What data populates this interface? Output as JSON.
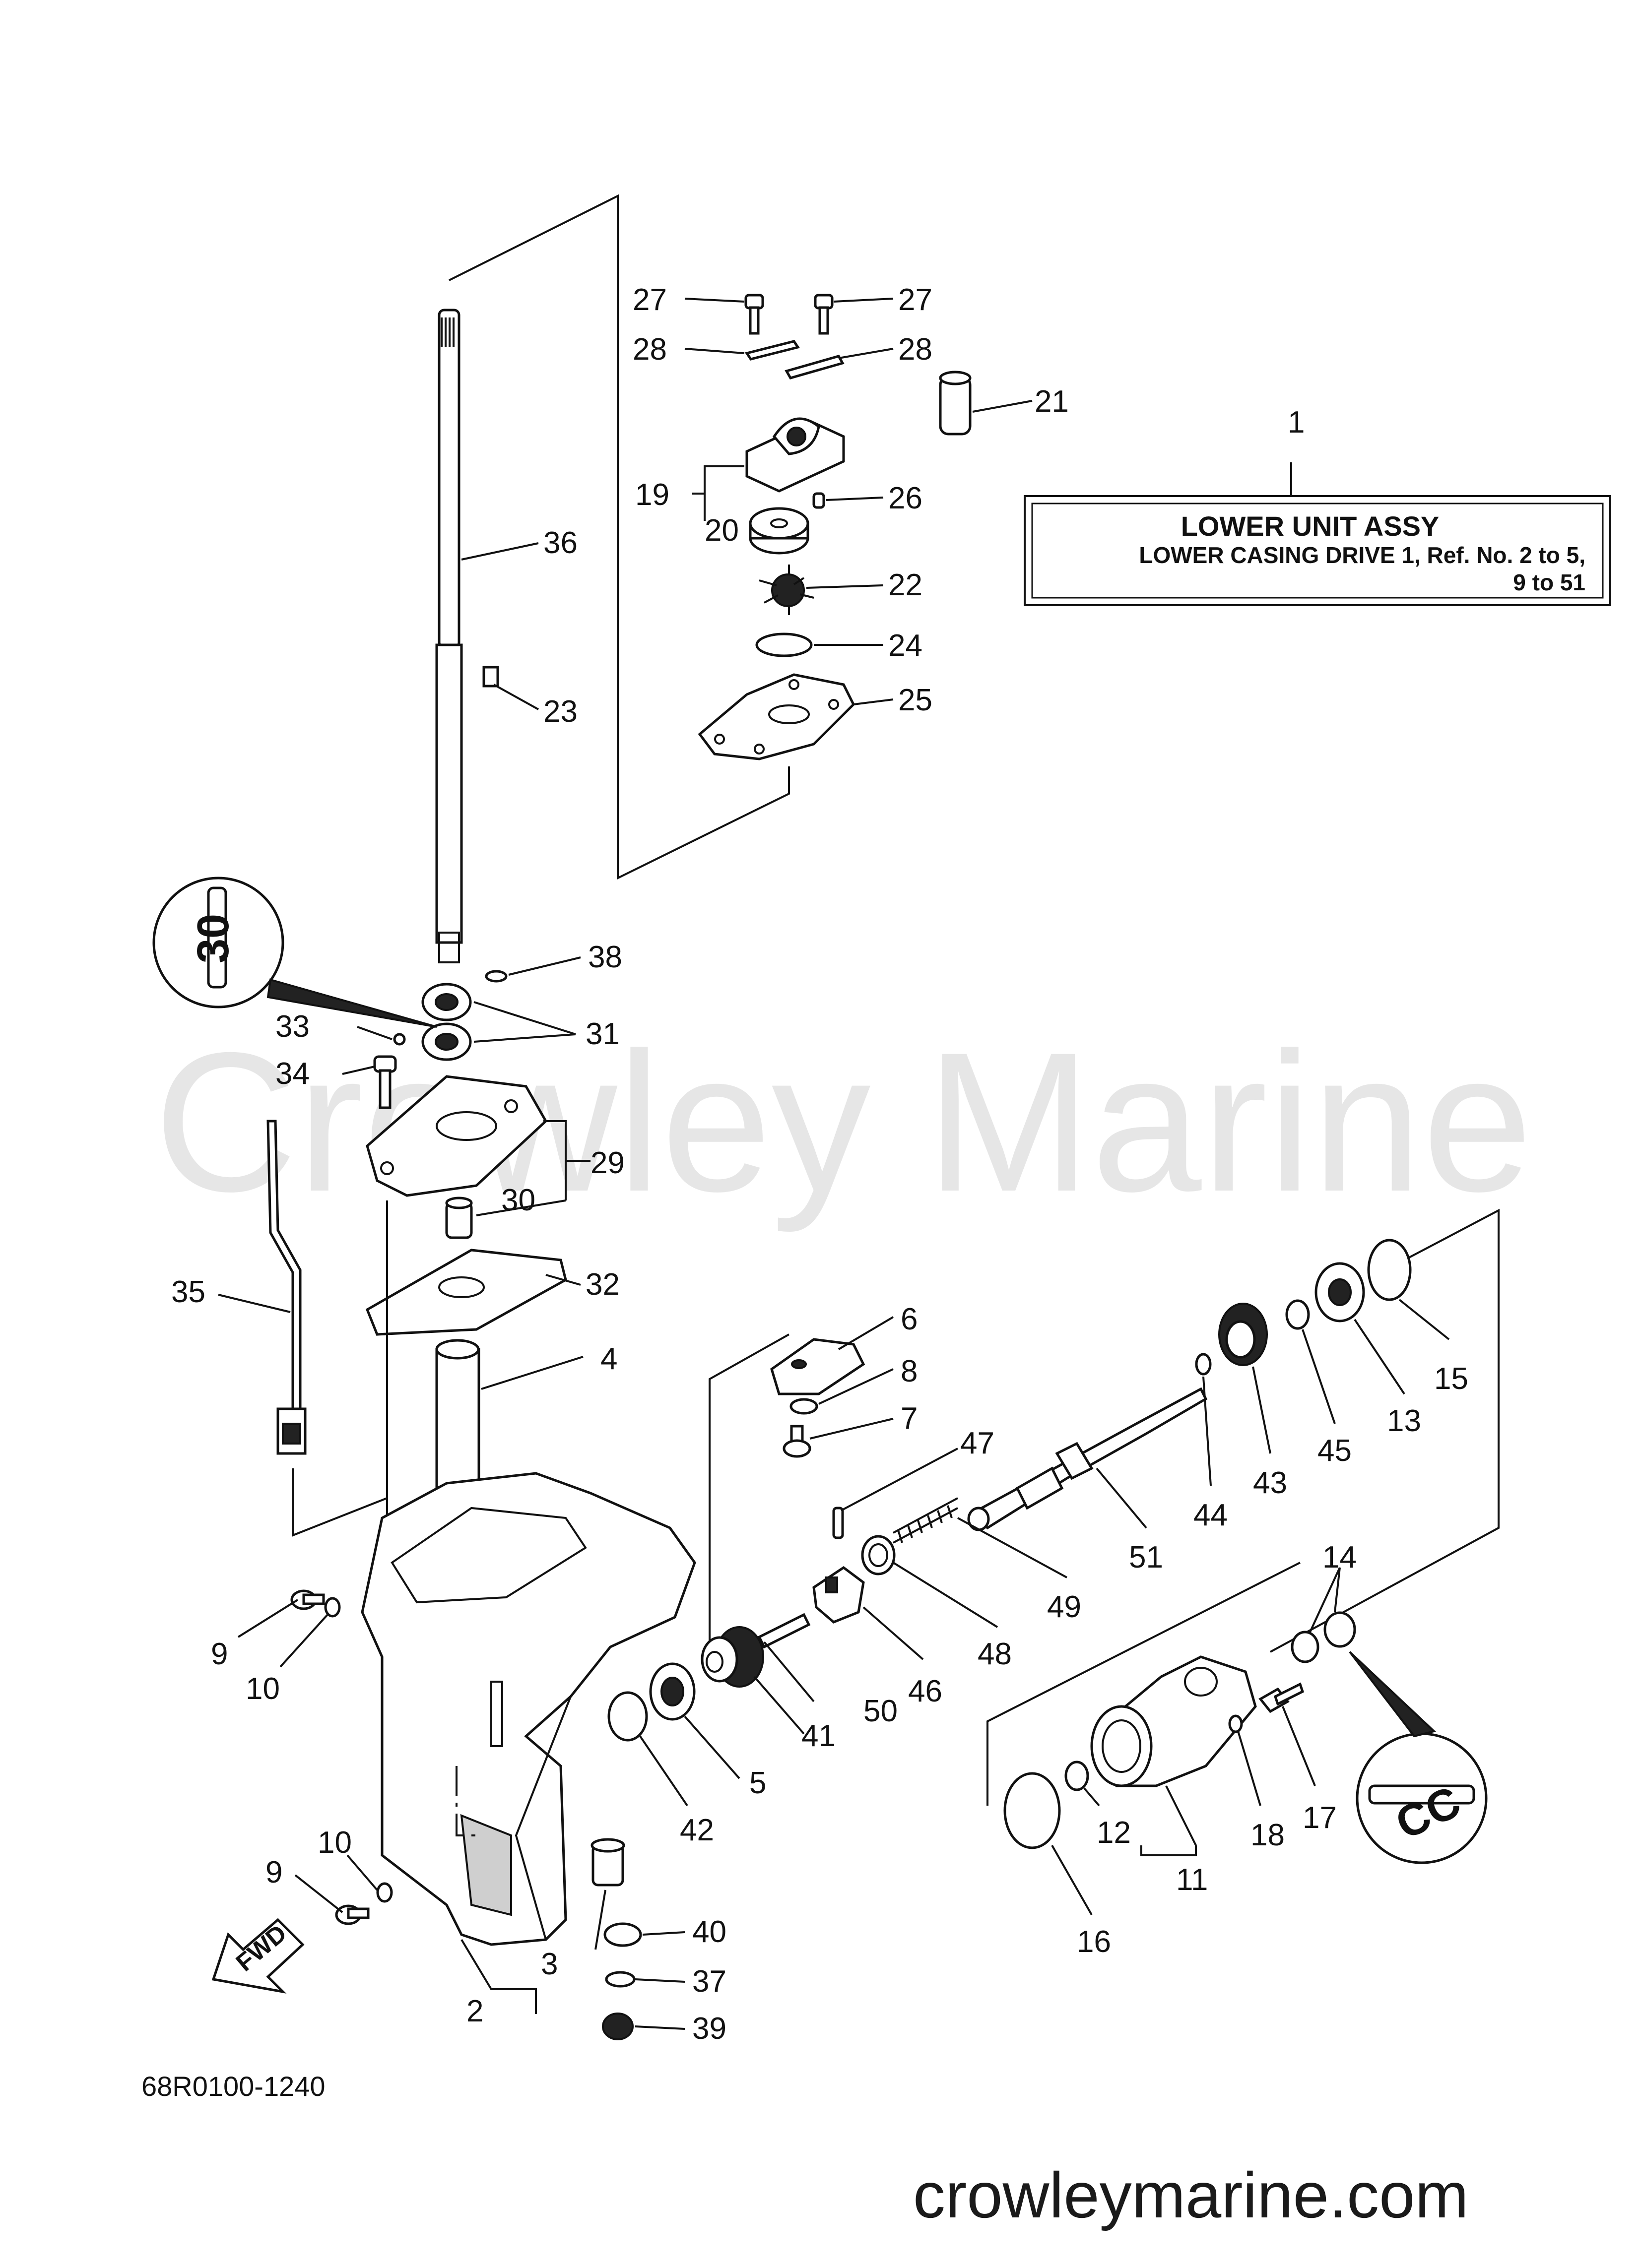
{
  "diagram": {
    "part_box": {
      "title": "LOWER UNIT ASSY",
      "line1": "LOWER CASING DRIVE 1,  Ref. No. 2 to 5,",
      "line2": "9 to 51",
      "callout": "1"
    },
    "figure_number": "68R0100-1240",
    "watermark": "Crowley Marine",
    "website": "crowleymarine.com",
    "fwd_label": "FWD",
    "seal_labels": [
      "30",
      "CC"
    ],
    "callouts": [
      "27",
      "27",
      "28",
      "28",
      "21",
      "19",
      "26",
      "20",
      "22",
      "24",
      "25",
      "36",
      "23",
      "38",
      "33",
      "31",
      "34",
      "29",
      "30",
      "32",
      "35",
      "4",
      "6",
      "8",
      "7",
      "47",
      "44",
      "43",
      "45",
      "13",
      "15",
      "51",
      "14",
      "49",
      "48",
      "46",
      "9",
      "10",
      "41",
      "50",
      "5",
      "42",
      "17",
      "18",
      "12",
      "11",
      "16",
      "10",
      "9",
      "40",
      "3",
      "37",
      "2",
      "39"
    ]
  }
}
